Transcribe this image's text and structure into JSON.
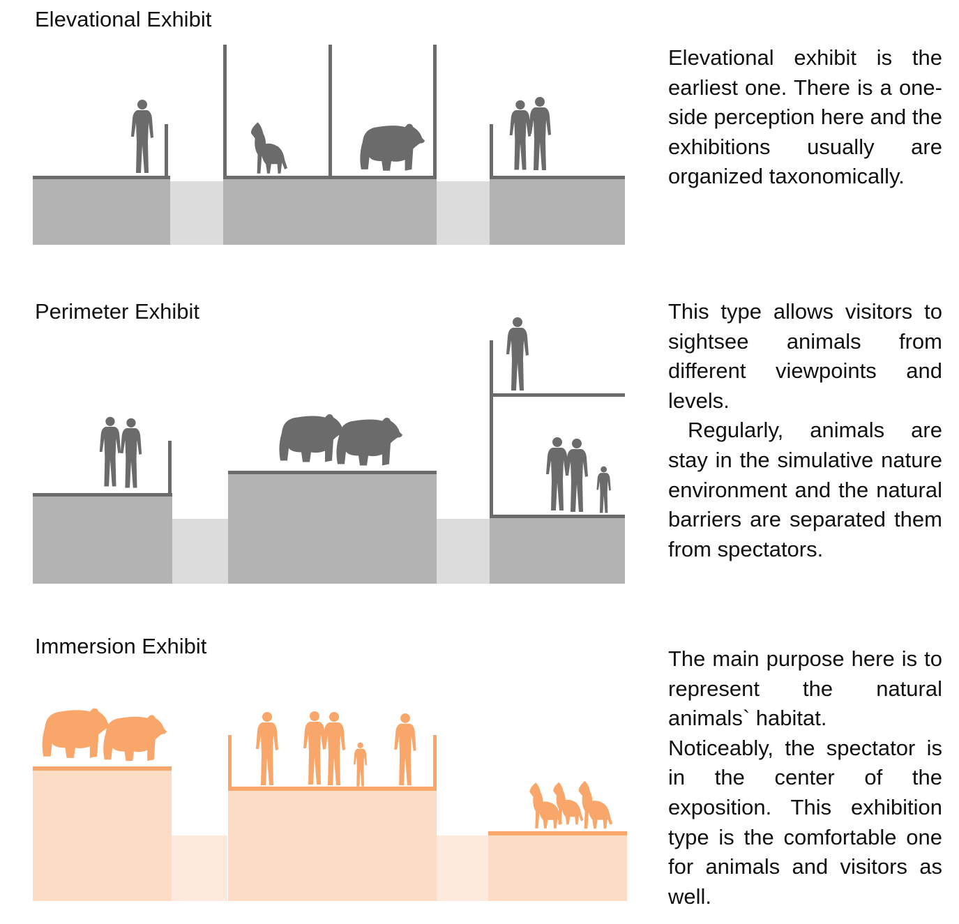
{
  "sections": [
    {
      "title": "Elevational Exhibit",
      "paragraphs": [
        "Elevational exhibit is the earliest one. There is a one-side perception here and the exhibitions usually are organized taxonomically."
      ]
    },
    {
      "title": "Perimeter Exhibit",
      "paragraphs": [
        "This type allows visitors to sightsee animals from different viewpoints and levels.",
        "Regularly, animals are stay in the simulative nature environment and the natural barriers are separated them from spectators."
      ]
    },
    {
      "title": "Immersion Exhibit",
      "paragraphs": [
        "The main purpose here is to represent the natural animals` habitat.",
        "Noticeably, the spectator is in the center of the exposition. This exhibition type is the comfortable one for animals and visitors as well."
      ]
    }
  ],
  "colors": {
    "gray_dark": "#6b6b6b",
    "gray_block": "#b3b3b3",
    "gray_light": "#dcdcdc",
    "orange": "#f9a66a",
    "orange_block": "#fcdcc4",
    "orange_light": "#fdeadc"
  },
  "icons": [
    "person-icon",
    "couple-icon",
    "family-icon",
    "wolf-icon",
    "bear-icon",
    "bear-pair-icon",
    "wolf-pack-icon"
  ]
}
